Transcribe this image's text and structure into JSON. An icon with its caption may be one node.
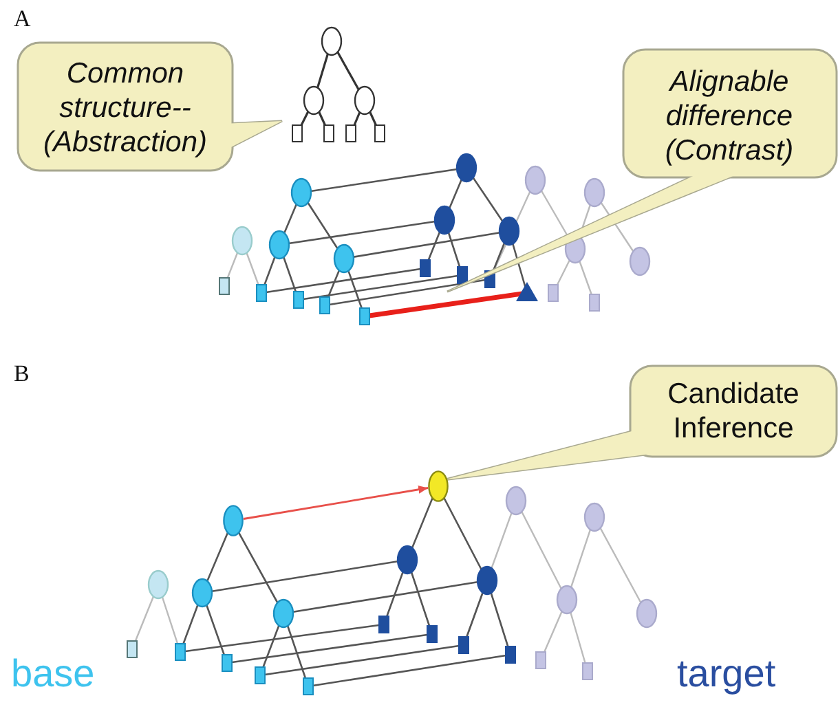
{
  "diagram": {
    "nodes": [
      {
        "text": [
          "Common structure-- (Abstraction)"
        ]
      },
      {
        "text": [
          "Alignable difference (Contrast)"
        ]
      },
      {
        "text": [
          "Candidate Inference"
        ]
      },
      {
        "text": [],
        "shape": "circle"
      },
      {
        "text": [],
        "shape": "circle"
      }
    ],
    "edges": [
      {
        "from": 3,
        "to": 4,
        "arrow": "to",
        "color": "#e8504a"
      }
    ],
    "labels": [
      "A",
      "B",
      "base",
      "target"
    ]
  }
}
